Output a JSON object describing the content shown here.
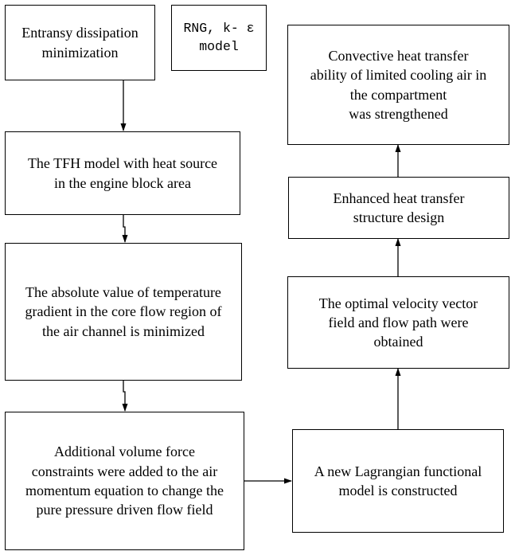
{
  "diagram": {
    "nodes": [
      {
        "id": "entransy",
        "text": "Entransy dissipation\nminimization"
      },
      {
        "id": "rng",
        "text": "RNG, k- ε\nmodel"
      },
      {
        "id": "tfh",
        "text": "The TFH model with heat source\nin the engine block area"
      },
      {
        "id": "gradient",
        "text": "The absolute value of temperature\ngradient in the core flow region of\nthe air channel is minimized"
      },
      {
        "id": "volume-force",
        "text": "Additional volume force\nconstraints were added to the air\nmomentum equation to change the\npure pressure driven flow field"
      },
      {
        "id": "lagrangian",
        "text": "A new Lagrangian functional\nmodel is constructed"
      },
      {
        "id": "velocity",
        "text": "The optimal velocity vector\nfield and flow path were\nobtained"
      },
      {
        "id": "structure",
        "text": "Enhanced heat transfer\nstructure design"
      },
      {
        "id": "convective",
        "text": "Convective heat transfer\nability of limited cooling air in\nthe compartment\nwas strengthened"
      }
    ]
  }
}
